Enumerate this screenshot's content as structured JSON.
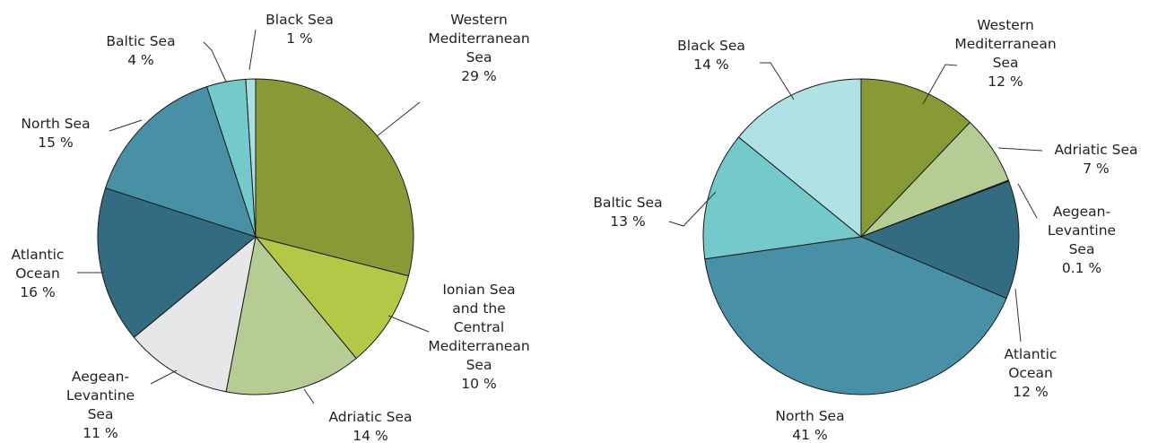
{
  "chart_data": [
    {
      "type": "pie",
      "title": "",
      "slices": [
        {
          "name": "Western Mediterranean Sea",
          "value": 29,
          "label_lines": [
            "Western",
            "Mediterranean",
            "Sea",
            "29 %"
          ],
          "color": "#879a36"
        },
        {
          "name": "Ionian Sea and the Central Mediterranean Sea",
          "value": 10,
          "label_lines": [
            "Ionian Sea",
            "and the",
            "Central",
            "Mediterranean",
            "Sea",
            "10 %"
          ],
          "color": "#b2c846"
        },
        {
          "name": "Adriatic Sea",
          "value": 14,
          "label_lines": [
            "Adriatic Sea",
            "14 %"
          ],
          "color": "#b5cd94"
        },
        {
          "name": "Aegean-Levantine Sea",
          "value": 11,
          "label_lines": [
            "Aegean-",
            "Levantine",
            "Sea",
            "11 %"
          ],
          "color": "#e6e7e8"
        },
        {
          "name": "Atlantic Ocean",
          "value": 16,
          "label_lines": [
            "Atlantic",
            "Ocean",
            "16 %"
          ],
          "color": "#336c81"
        },
        {
          "name": "North Sea",
          "value": 15,
          "label_lines": [
            "North Sea",
            "15 %"
          ],
          "color": "#4890a6"
        },
        {
          "name": "Baltic Sea",
          "value": 4,
          "label_lines": [
            "Baltic Sea",
            "4 %"
          ],
          "color": "#74c9ca"
        },
        {
          "name": "Black Sea",
          "value": 1,
          "label_lines": [
            "Black Sea",
            "1 %"
          ],
          "color": "#a9dfe3"
        }
      ]
    },
    {
      "type": "pie",
      "title": "",
      "slices": [
        {
          "name": "Western Mediterranean Sea",
          "value": 12,
          "label_lines": [
            "Western",
            "Mediterranean",
            "Sea",
            "12 %"
          ],
          "color": "#879a36"
        },
        {
          "name": "Adriatic Sea",
          "value": 7,
          "label_lines": [
            "Adriatic Sea",
            "7 %"
          ],
          "color": "#b5cd94"
        },
        {
          "name": "Aegean-Levantine Sea",
          "value": 0.1,
          "label_lines": [
            "Aegean-",
            "Levantine",
            "Sea",
            "0.1 %"
          ],
          "color": "#e6e7e8"
        },
        {
          "name": "Atlantic Ocean",
          "value": 12,
          "label_lines": [
            "Atlantic",
            "Ocean",
            "12 %"
          ],
          "color": "#336c81"
        },
        {
          "name": "North Sea",
          "value": 41,
          "label_lines": [
            "North Sea",
            "41 %"
          ],
          "color": "#4890a6"
        },
        {
          "name": "Baltic Sea",
          "value": 13,
          "label_lines": [
            "Baltic Sea",
            "13 %"
          ],
          "color": "#74c9ca"
        },
        {
          "name": "Black Sea",
          "value": 14,
          "label_lines": [
            "Black Sea",
            "14 %"
          ],
          "color": "#b0e1e5"
        }
      ]
    }
  ]
}
